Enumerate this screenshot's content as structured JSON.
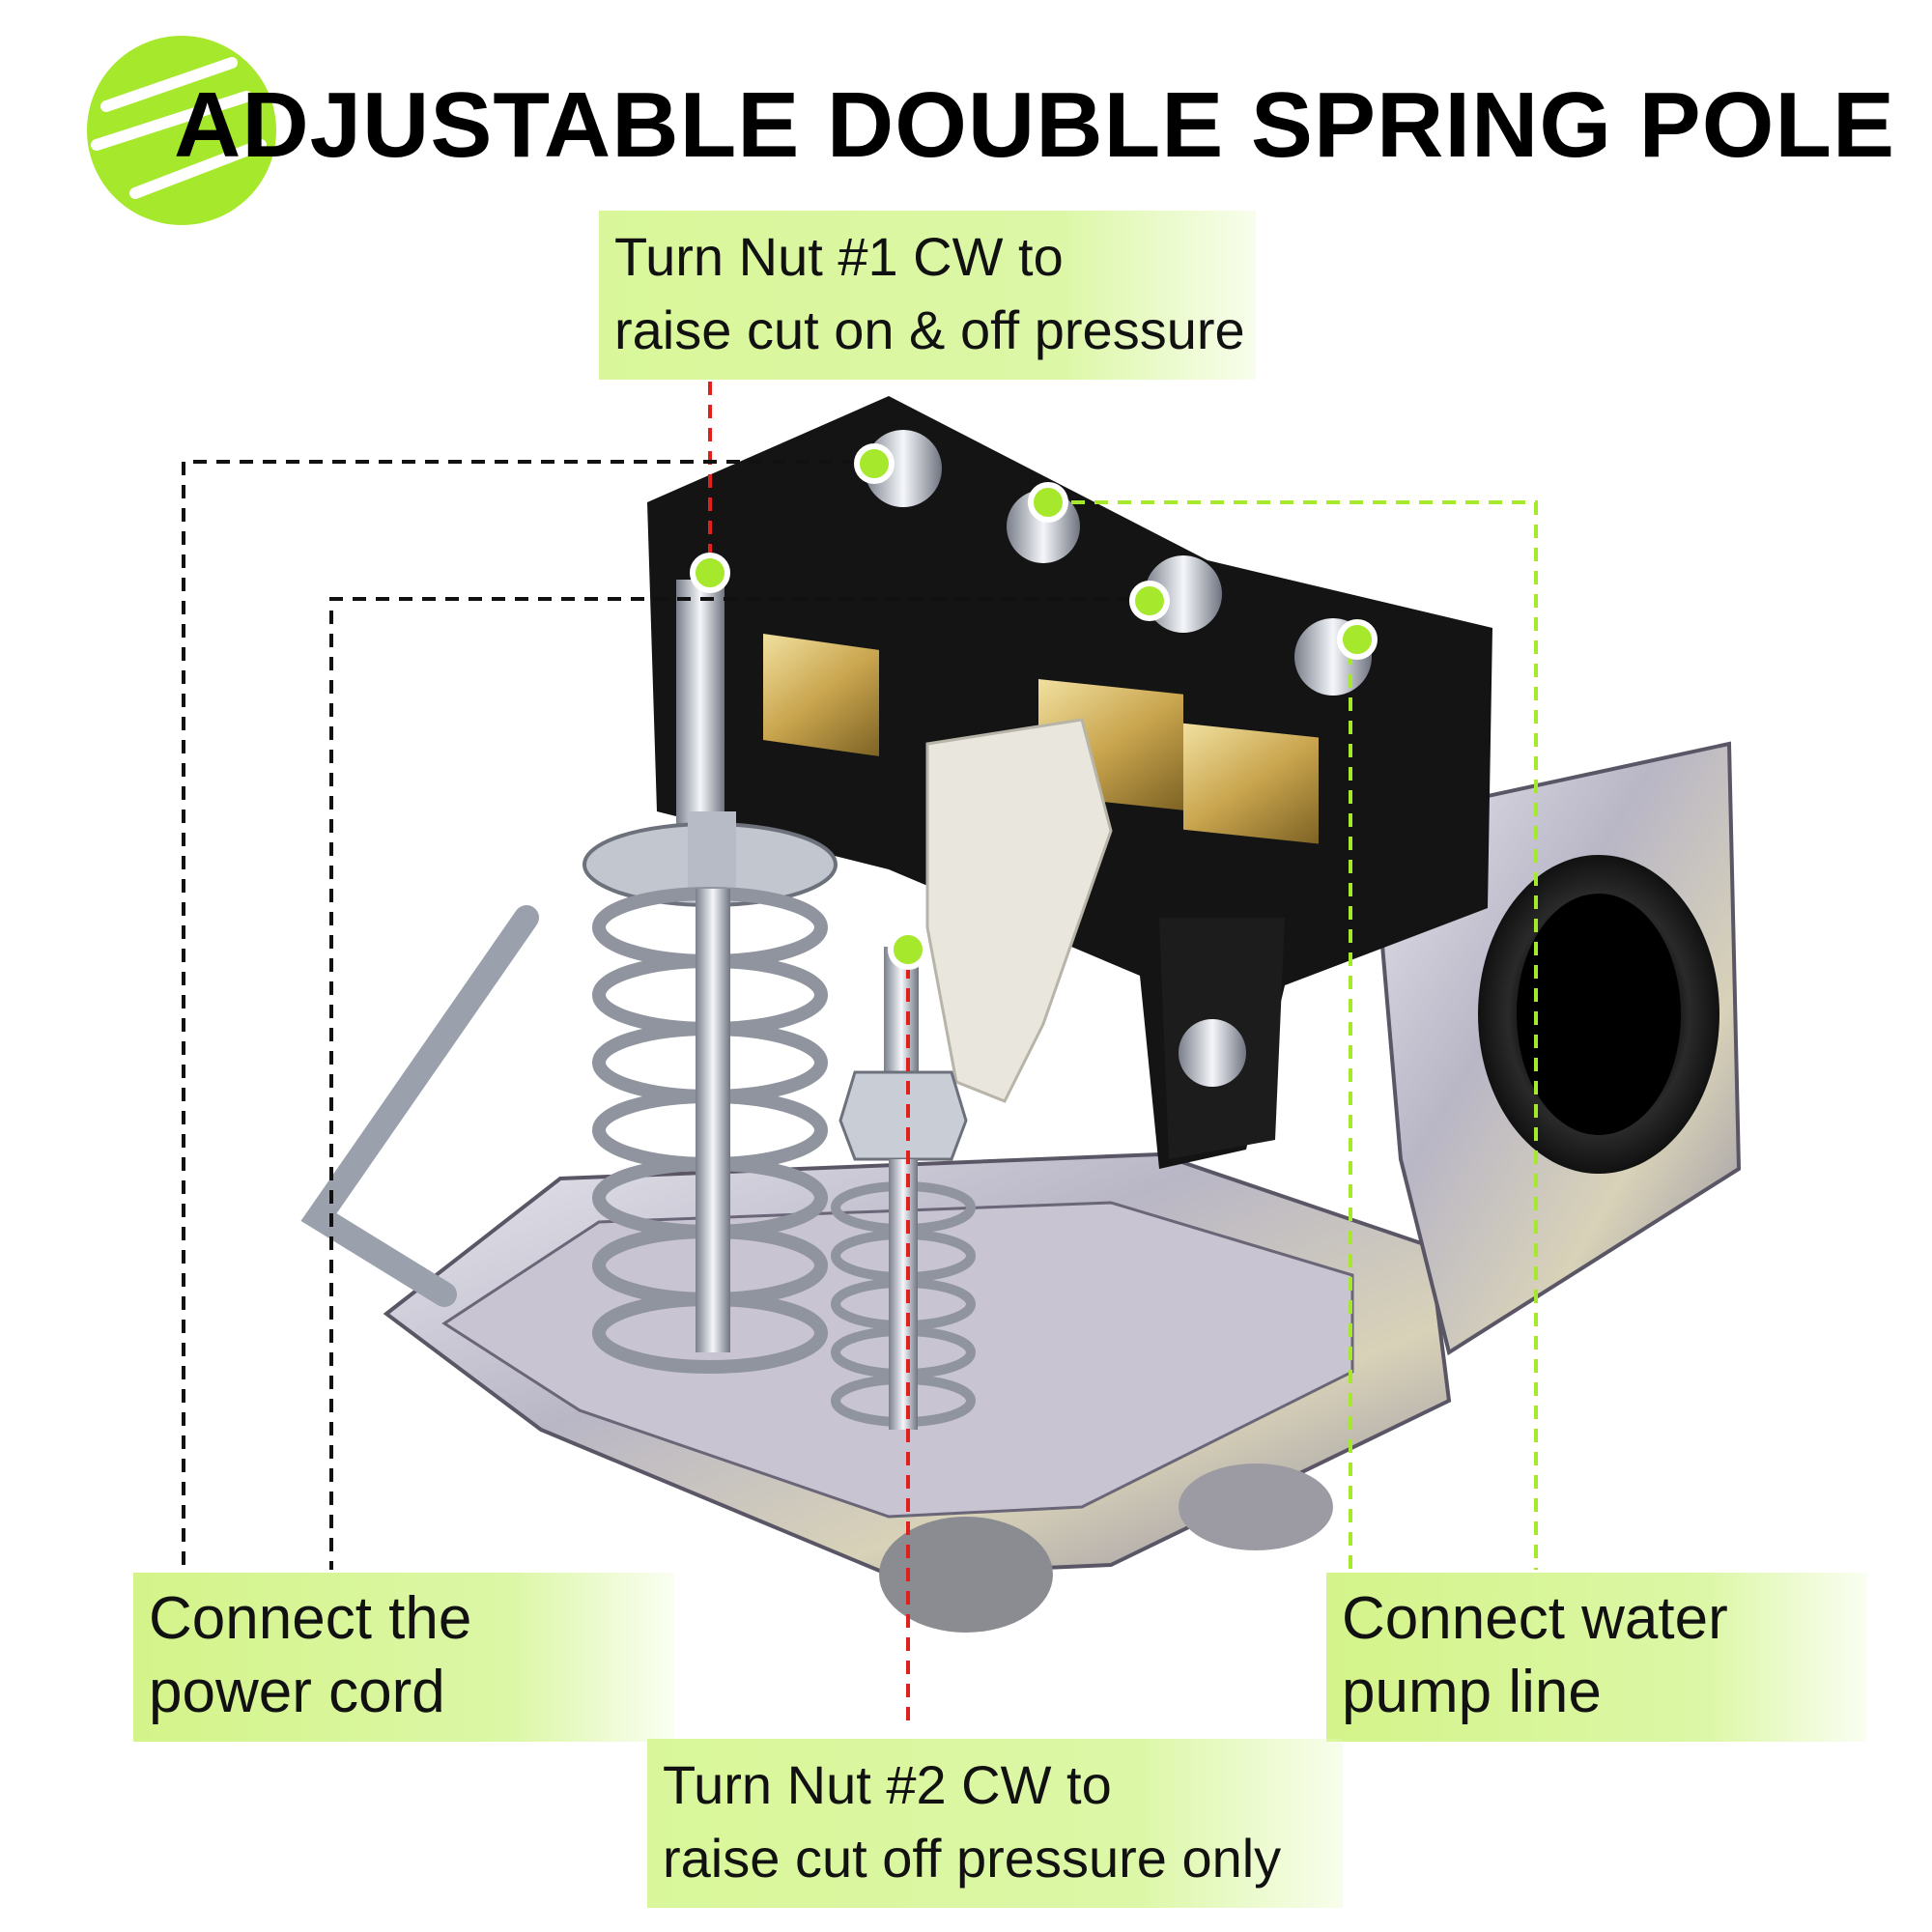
{
  "title": "ADJUSTABLE DOUBLE SPRING POLE",
  "logo": {
    "icon": "brand-s-circle-logo",
    "color": "#a6e82c"
  },
  "labels": {
    "nut1": {
      "line1": "Turn Nut #1 CW to",
      "line2": "raise cut on & off pressure"
    },
    "nut2": {
      "line1": "Turn Nut #2 CW to",
      "line2": "raise cut off pressure only"
    },
    "power": {
      "line1": "Connect the",
      "line2": "power cord"
    },
    "pump": {
      "line1": "Connect water",
      "line2": "pump line"
    }
  },
  "colors": {
    "accent_green": "#a6e82c",
    "label_bg": "#dcf7a6",
    "red_line": "#e0201c",
    "black_line": "#111111"
  }
}
